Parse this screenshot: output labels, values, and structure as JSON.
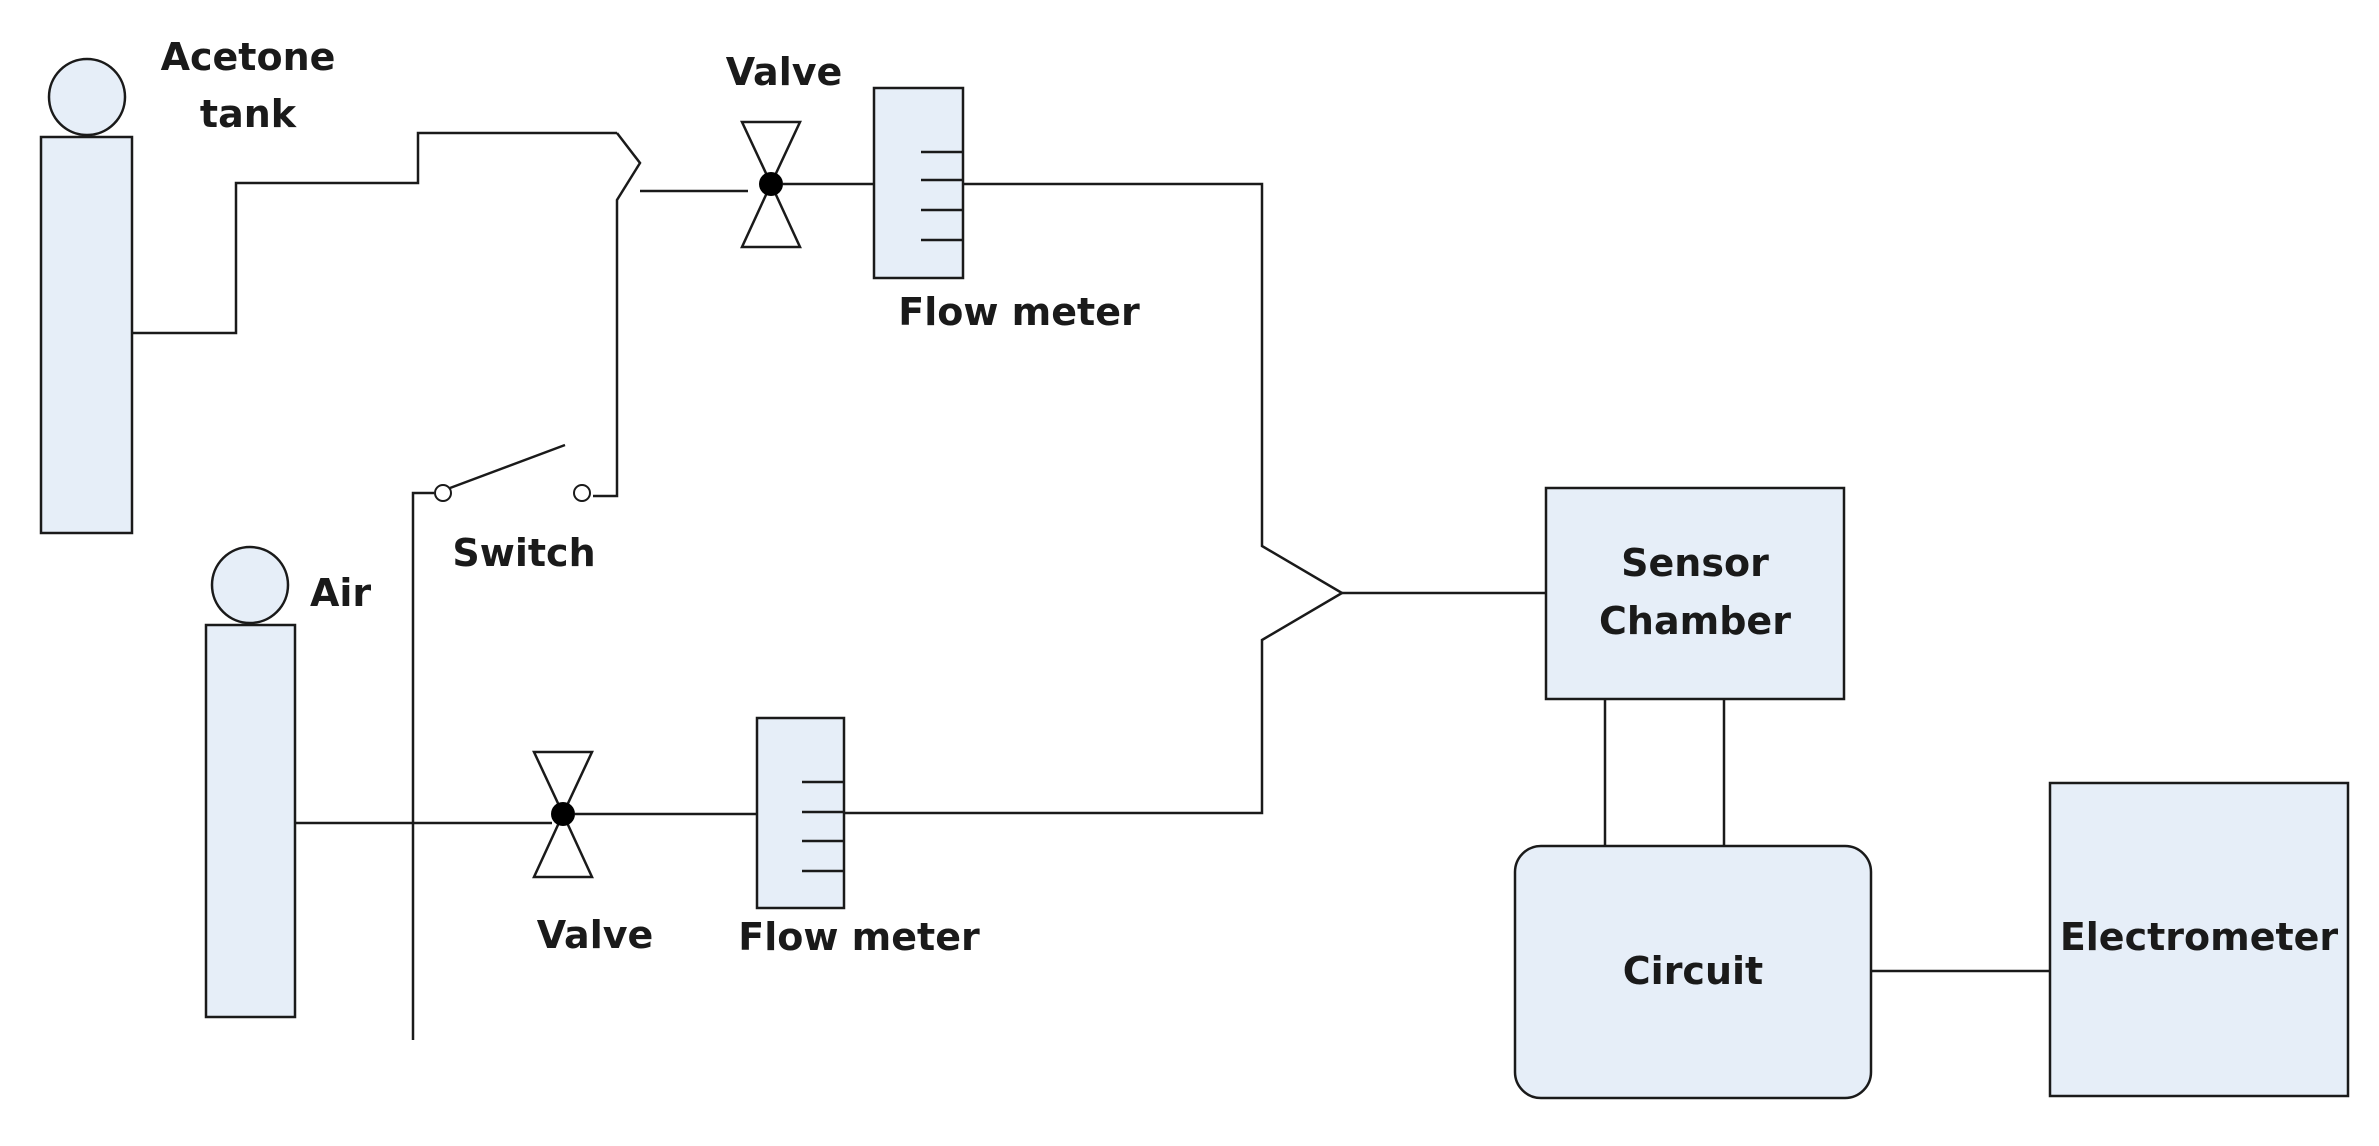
{
  "labels": {
    "acetone_tank_line1": "Acetone",
    "acetone_tank_line2": "tank",
    "air": "Air",
    "switch": "Switch",
    "valve_top": "Valve",
    "valve_bottom": "Valve",
    "flow_meter_top": "Flow meter",
    "flow_meter_bottom": "Flow meter",
    "sensor_chamber_line1": "Sensor",
    "sensor_chamber_line2": "Chamber",
    "circuit": "Circuit",
    "electrometer": "Electrometer"
  },
  "colors": {
    "box_fill": "#e6eef8",
    "line": "#1a1a1a"
  }
}
